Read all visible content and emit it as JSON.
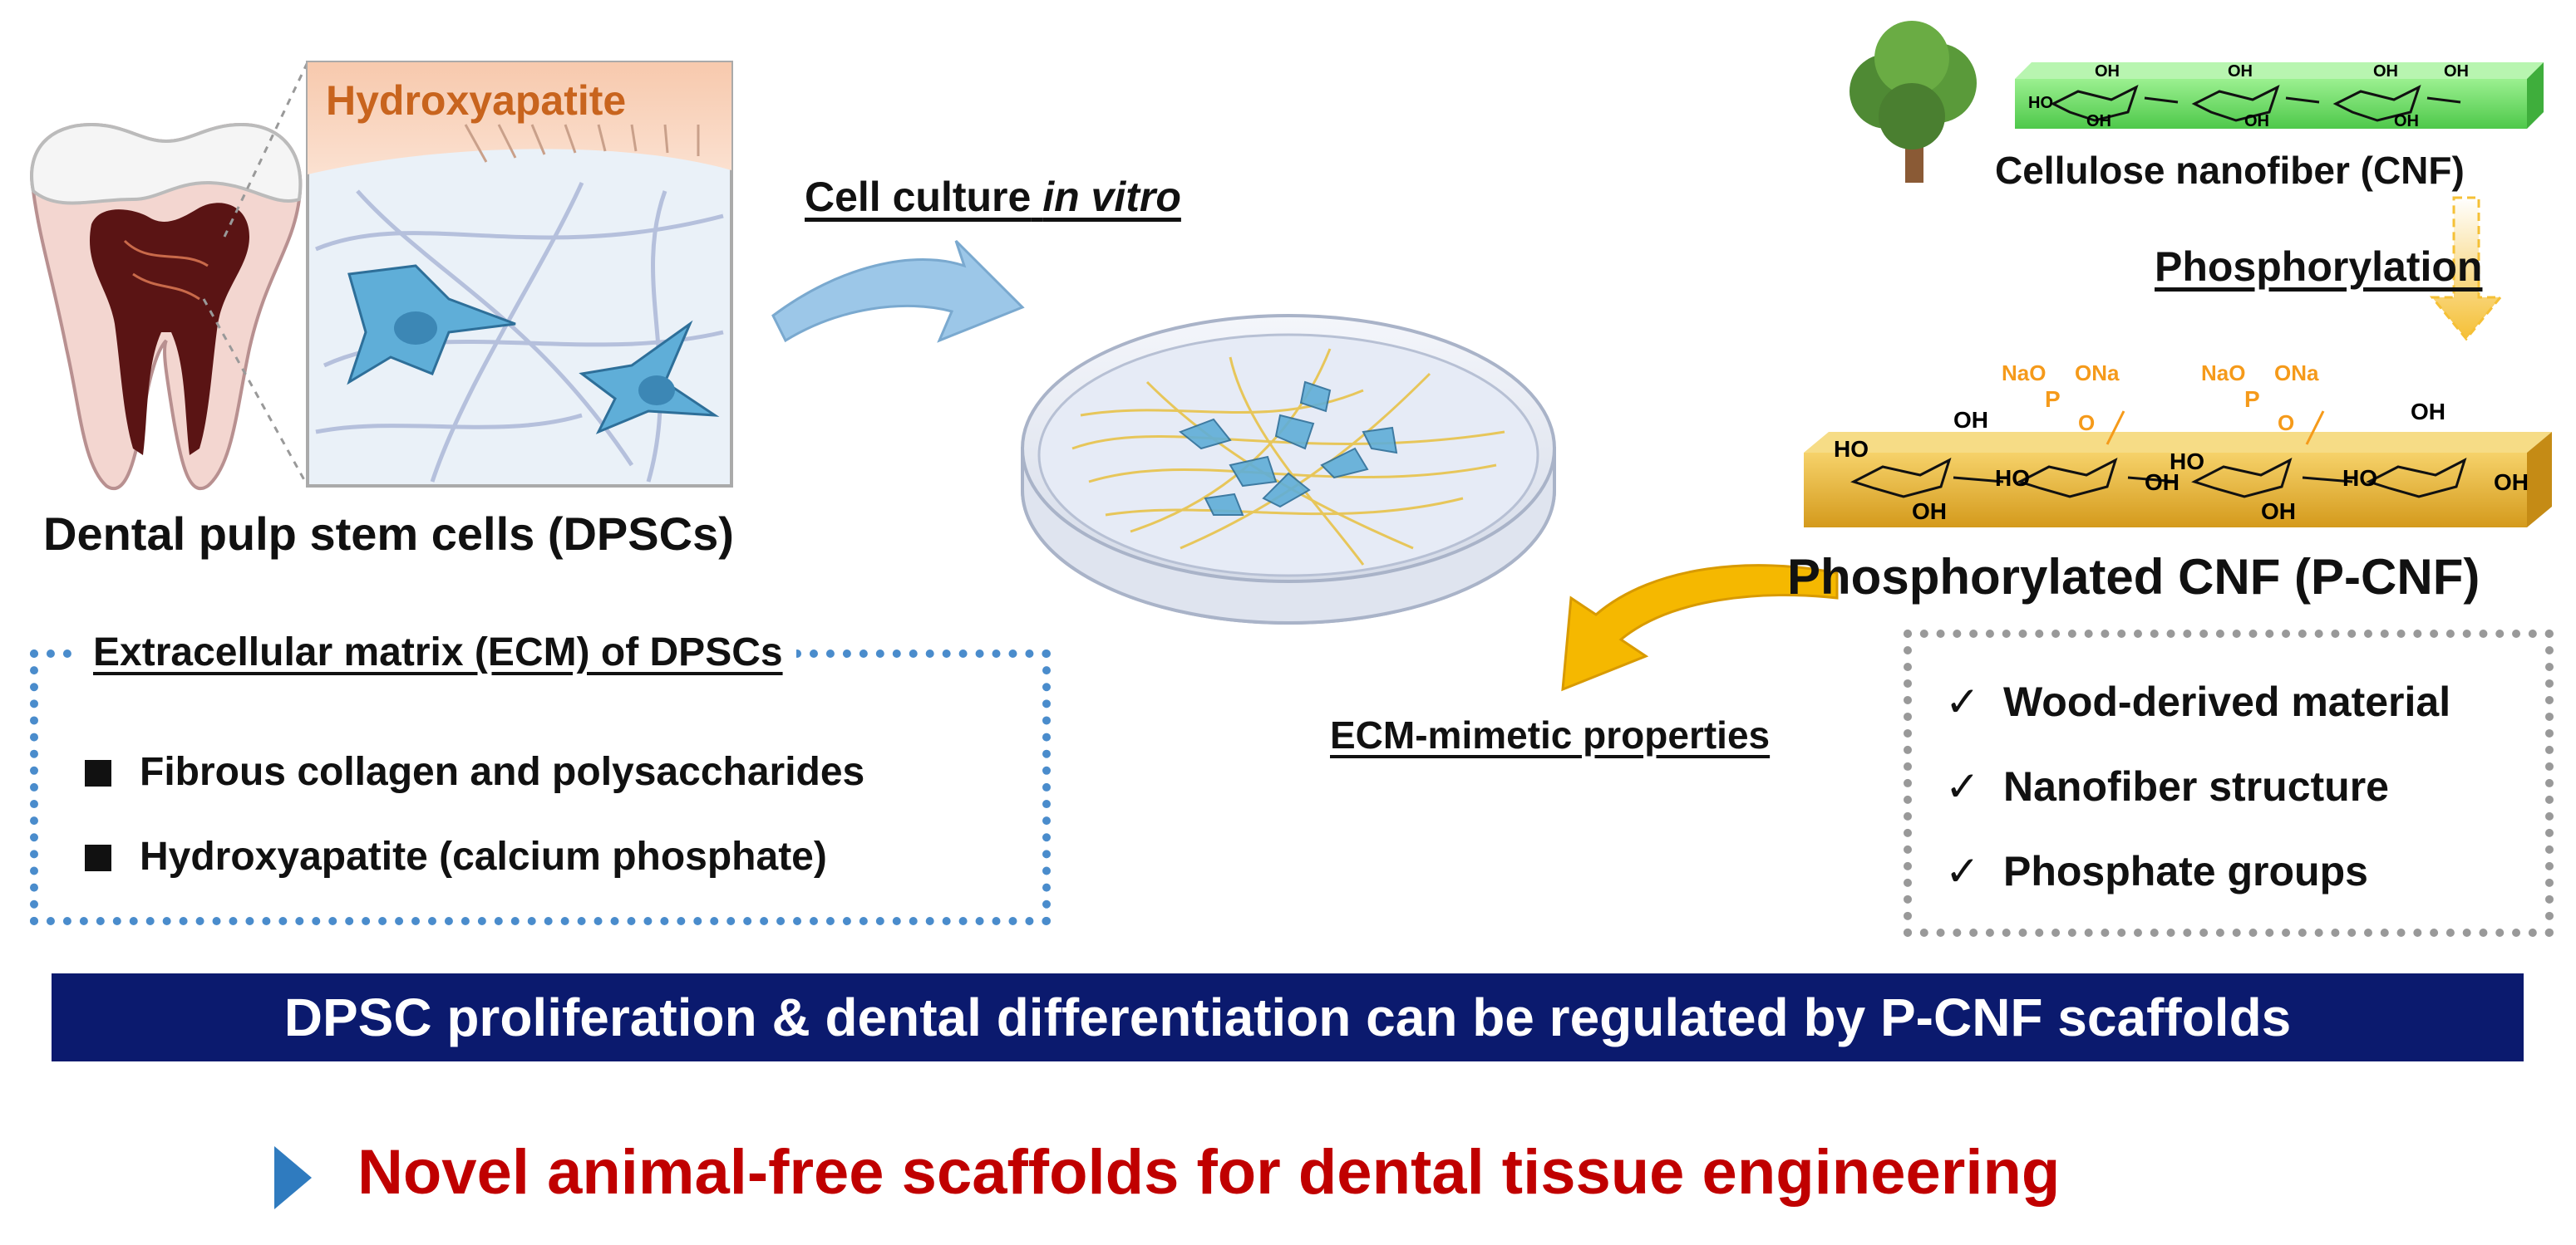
{
  "tooth_panel": {
    "title": "Dental pulp stem cells (DPSCs)",
    "zoom_label": "Hydroxyapatite"
  },
  "culture": {
    "label_prefix": "Cell culture",
    "label_italic": "in vitro"
  },
  "cnf": {
    "label": "Cellulose nanofiber (CNF)",
    "step_label": "Phosphorylation",
    "product_label": "Phosphorylated CNF (P-CNF)",
    "oh": "OH",
    "ho": "HO",
    "o": "O",
    "p": "P",
    "nao": "NaO",
    "ona": "ONa"
  },
  "ecm_box": {
    "title": "Extracellular matrix (ECM) of DPSCs",
    "items": [
      "Fibrous collagen and polysaccharides",
      "Hydroxyapatite (calcium phosphate)"
    ]
  },
  "props_box": {
    "heading": "ECM-mimetic properties",
    "check": "✓",
    "items": [
      "Wood-derived material",
      "Nanofiber structure",
      "Phosphate groups"
    ]
  },
  "banner": {
    "text": "DPSC proliferation & dental differentiation can be regulated by P-CNF scaffolds"
  },
  "conclusion": {
    "text": "Novel animal-free scaffolds for dental tissue engineering"
  },
  "colors": {
    "banner_bg": "#0b1a6e",
    "conclusion_text": "#c00000",
    "hydroxyapatite": "#c8641e",
    "pcnf_gold": "#e8b830",
    "cnf_green": "#6ee06a",
    "ecm_border": "#4a8ccc",
    "props_border": "#999999",
    "culture_arrow": "#9cc7e8",
    "ecm_arrow": "#f5b800"
  }
}
